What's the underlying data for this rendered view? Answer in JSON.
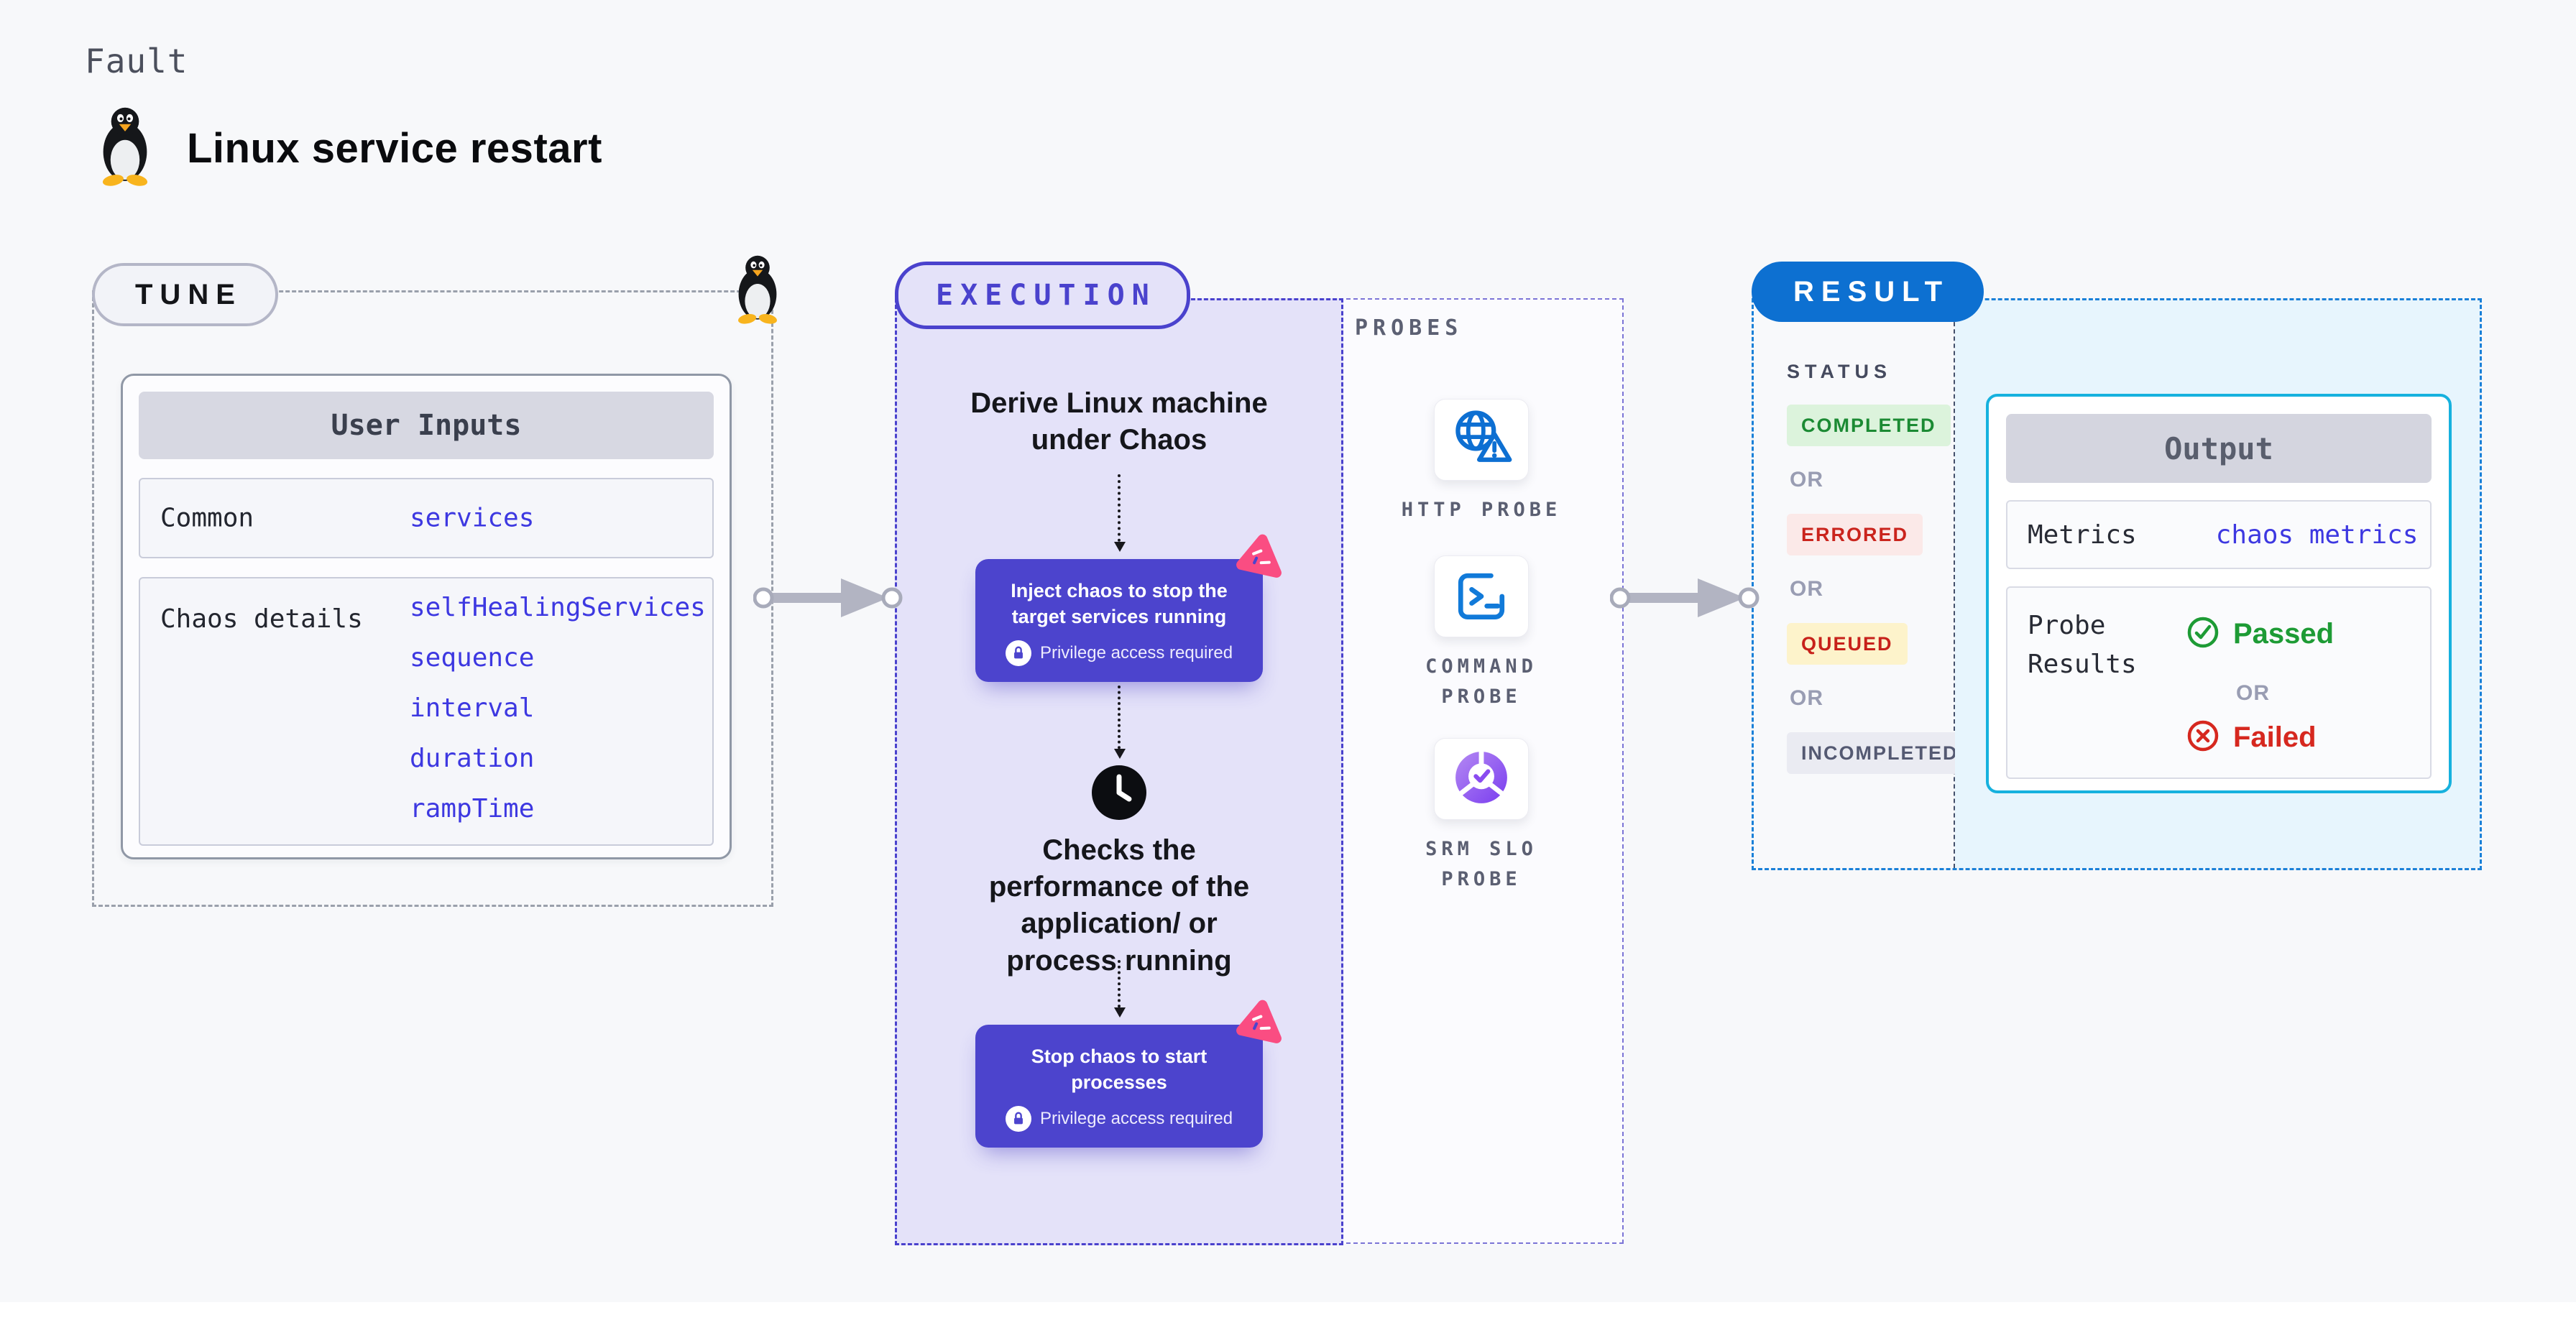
{
  "header": {
    "kicker": "Fault",
    "title": "Linux service restart",
    "icon": "tux-penguin-icon"
  },
  "tune": {
    "badge": "TUNE",
    "corner_icon": "tux-penguin-icon",
    "user_inputs": {
      "header": "User Inputs",
      "rows": [
        {
          "label": "Common",
          "links": [
            "services"
          ]
        },
        {
          "label": "Chaos details",
          "links": [
            "selfHealingServices",
            "sequence",
            "interval",
            "duration",
            "rampTime"
          ]
        }
      ]
    }
  },
  "execution": {
    "badge": "EXECUTION",
    "steps": [
      {
        "type": "text",
        "text": "Derive Linux machine under Chaos"
      },
      {
        "type": "action",
        "title": "Inject chaos to stop the target services running",
        "note": "Privilege access required",
        "icons": [
          "chaos-logo-icon",
          "lock-icon"
        ]
      },
      {
        "type": "text",
        "text": "Checks the performance of the application/ or process running",
        "icon": "clock-icon"
      },
      {
        "type": "action",
        "title": "Stop chaos to start processes",
        "note": "Privilege access required",
        "icons": [
          "chaos-logo-icon",
          "lock-icon"
        ]
      }
    ]
  },
  "probes": {
    "label": "PROBES",
    "items": [
      {
        "name": "HTTP PROBE",
        "icon": "globe-warning-icon"
      },
      {
        "name": "COMMAND PROBE",
        "icon": "terminal-icon"
      },
      {
        "name": "SRM SLO PROBE",
        "icon": "slo-donut-check-icon"
      }
    ]
  },
  "result": {
    "badge": "RESULT",
    "status": {
      "label": "STATUS",
      "separator": "OR",
      "options": [
        {
          "label": "COMPLETED",
          "color": "#1b8a33",
          "bg": "#dcf3dc"
        },
        {
          "label": "ERRORED",
          "color": "#ca241d",
          "bg": "#fbe9e8"
        },
        {
          "label": "QUEUED",
          "color": "#c7211a",
          "bg": "#fdf3cb"
        },
        {
          "label": "INCOMPLETED",
          "color": "#545972",
          "bg": "#eaebf2"
        }
      ]
    },
    "output": {
      "header": "Output",
      "metrics_label": "Metrics",
      "metrics_link": "chaos metrics",
      "probe_results_label": "Probe Results",
      "passed": "Passed",
      "separator": "OR",
      "failed": "Failed",
      "passed_icon": "check-circle-icon",
      "failed_icon": "x-circle-icon"
    }
  },
  "colors": {
    "page_bg": "#f7f8fa",
    "indigo": "#4a42cd",
    "lavender_bg": "#e4e2f9",
    "purple_card": "#4c44cd",
    "pink_logo": "#fa4d82",
    "result_blue": "#0d70d1",
    "result_dash": "#1a80d8",
    "cyan_border": "#16b1de",
    "cyan_bg": "#e7f5fd",
    "link": "#3d38e1",
    "green": "#1d9b35",
    "red": "#d6281f",
    "gray_dash": "#9aa0ab",
    "arrow_gray": "#b2b4c2"
  }
}
